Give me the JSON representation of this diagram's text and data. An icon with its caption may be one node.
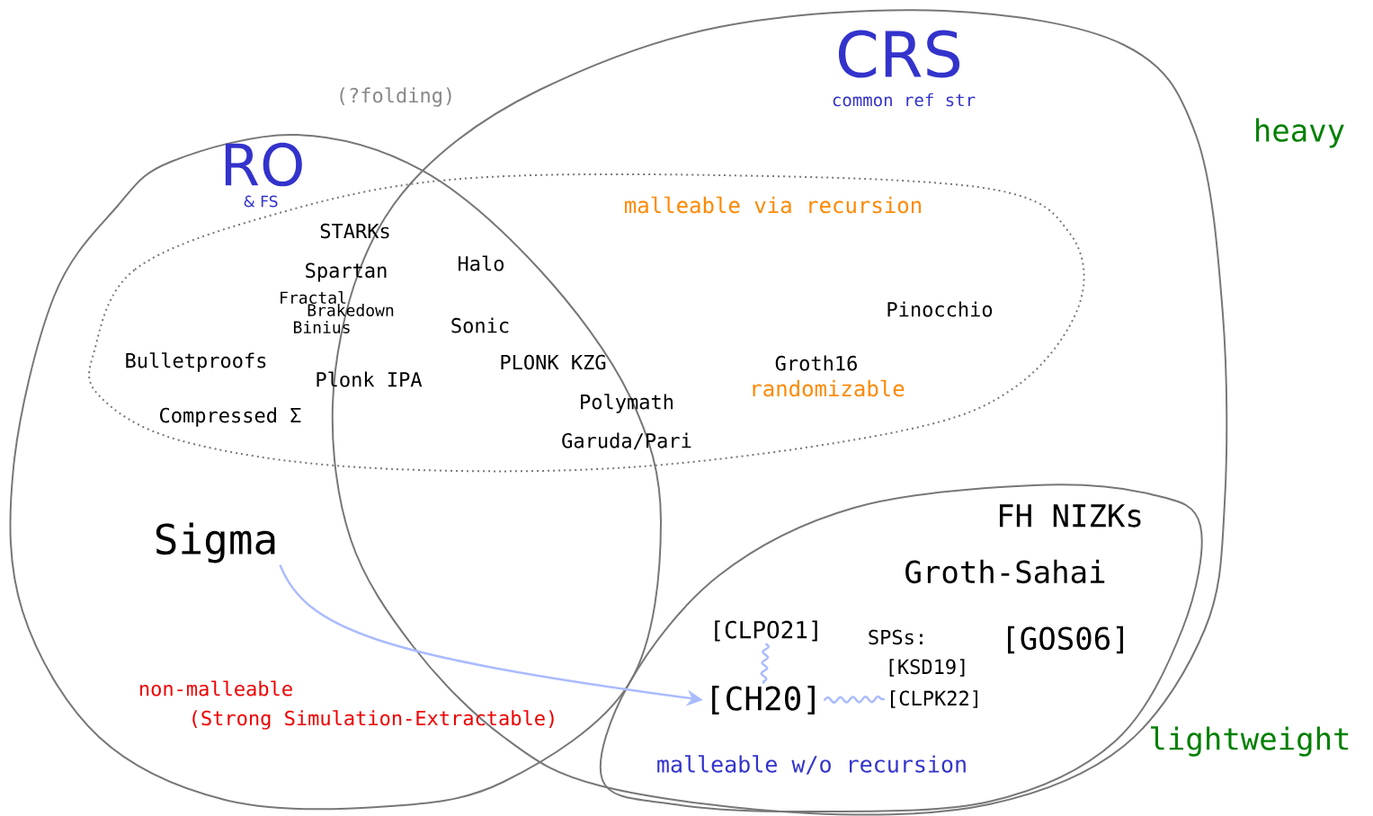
{
  "diagram": {
    "nodes": [
      {
        "text": [
          "RO",
          "& FS"
        ]
      },
      {
        "text": [
          "CRS",
          "common ref str"
        ]
      },
      {
        "text": [
          "malleable via recursion"
        ]
      },
      {
        "text": [
          "malleable w/o recursion"
        ],
        "in": 1
      },
      {
        "text": [
          "Sigma"
        ],
        "in": 0
      },
      {
        "text": [
          "[CLPO21]"
        ],
        "in": 3
      },
      {
        "text": [
          "[CH20]"
        ],
        "in": 3
      },
      {
        "text": [
          "[CLPK22]"
        ],
        "in": 3
      }
    ],
    "edges": [
      {
        "from": 4,
        "to": 6,
        "arrow": "to"
      },
      {
        "from": 5,
        "to": 6,
        "arrow": "none"
      },
      {
        "from": 6,
        "to": 7,
        "arrow": "none"
      }
    ],
    "labels": [
      "(?folding)",
      "heavy",
      "STARKs",
      "Halo",
      "Spartan",
      "Fractal",
      "Brakedown",
      "Sonic",
      "Binius",
      "Pinocchio",
      "Bulletproofs",
      "PLONK KZG",
      "Groth16",
      "Plonk IPA",
      "randomizable",
      "Polymath",
      "Compressed Σ",
      "Garuda/Pari",
      "FH NIZKs",
      "Groth-Sahai",
      "SPSs:",
      "[GOS06]",
      "[KSD19]",
      "non-malleable",
      "(Strong Simulation-Extractable)",
      "lightweight"
    ]
  }
}
